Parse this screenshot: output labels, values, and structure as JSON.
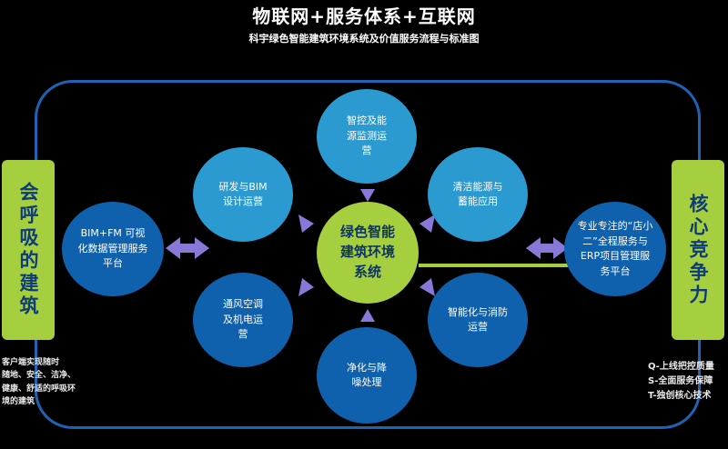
{
  "header": {
    "title": "物联网+服务体系+互联网",
    "subtitle": "科宇绿色智能建筑环境系统及价值服务流程与标准图"
  },
  "left_bar": {
    "label": "会呼吸的建筑"
  },
  "right_bar": {
    "label": "核心竞争力"
  },
  "center": {
    "label": "绿色智能建筑环境系统"
  },
  "nodes": {
    "top": "智控及能源监测运营",
    "top_left": "研发与BIM设计运营",
    "top_right": "清洁能源与蓄能应用",
    "bottom_left": "通风空调及机电运营",
    "bottom": "净化与降噪处理",
    "bottom_right": "智能化与消防运营",
    "left": "BIM+FM 可视化数据管理服务平台",
    "right": "专业专注的“店小二”全程服务与ERP项目管理服务平台"
  },
  "left_notes": [
    "客户端实现随时",
    "随地、安全、洁净、",
    "健康、舒适的呼吸环",
    "境的建筑"
  ],
  "right_notes": [
    "Q-上线把控质量",
    "S-全面服务保障",
    "T-独创核心技术"
  ],
  "colors": {
    "frame": "#1e63b5",
    "accent_green": "#a6cf3f",
    "teal": "#2a9ad1",
    "blue": "#0f61ad",
    "arrow": "#8a78d8"
  }
}
